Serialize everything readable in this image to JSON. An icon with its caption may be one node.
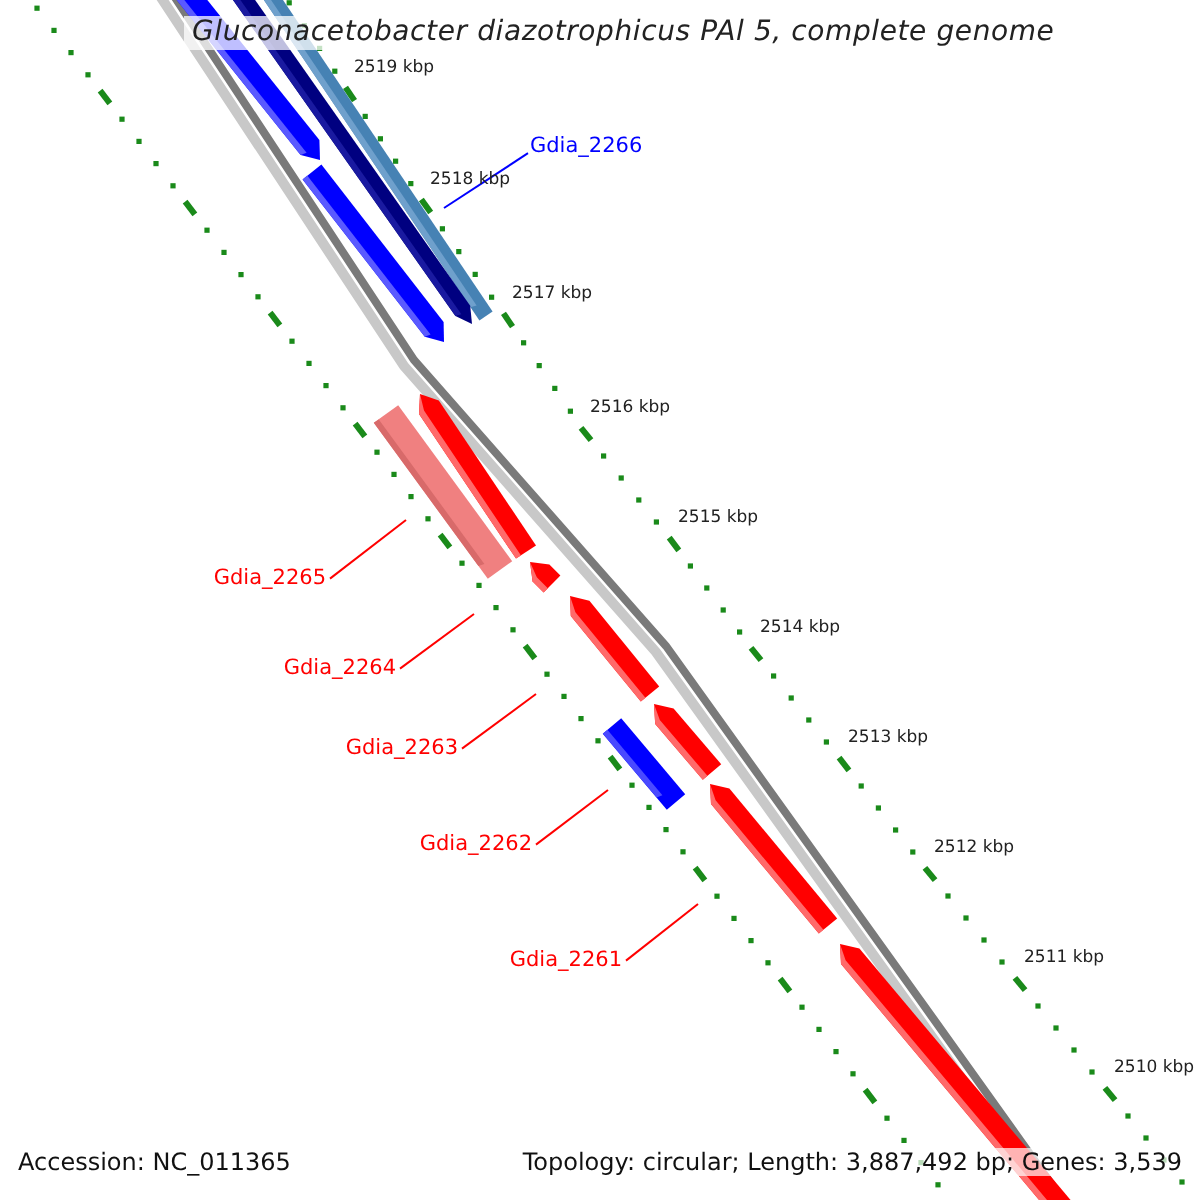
{
  "diagram": {
    "title": "Gluconacetobacter diazotrophicus PAl 5, complete genome",
    "nodes": [
      {
        "text": [
          "Gdia_2266"
        ]
      },
      {
        "text": [
          "Gdia_2265"
        ]
      },
      {
        "text": [
          "Gdia_2264"
        ]
      },
      {
        "text": [
          "Gdia_2263"
        ]
      },
      {
        "text": [
          "Gdia_2262"
        ]
      },
      {
        "text": [
          "Gdia_2261"
        ]
      }
    ],
    "edges": [
      {
        "from": 0,
        "to": null,
        "arrow": "none",
        "color": "#0000ff"
      },
      {
        "from": 1,
        "to": null,
        "arrow": "none"
      },
      {
        "from": 2,
        "to": null,
        "arrow": "none"
      },
      {
        "from": 3,
        "to": null,
        "arrow": "none"
      },
      {
        "from": 4,
        "to": null,
        "arrow": "none"
      },
      {
        "from": 5,
        "to": null,
        "arrow": "none"
      }
    ],
    "labels": [
      "2519 kbp",
      "2518 kbp",
      "2517 kbp",
      "2516 kbp",
      "2515 kbp",
      "2514 kbp",
      "2513 kbp",
      "2512 kbp",
      "2511 kbp",
      "2510 kbp",
      "Accession: NC_011365",
      "Topology: circular; Length: 3,887,492 bp; Genes: 3,539"
    ]
  }
}
